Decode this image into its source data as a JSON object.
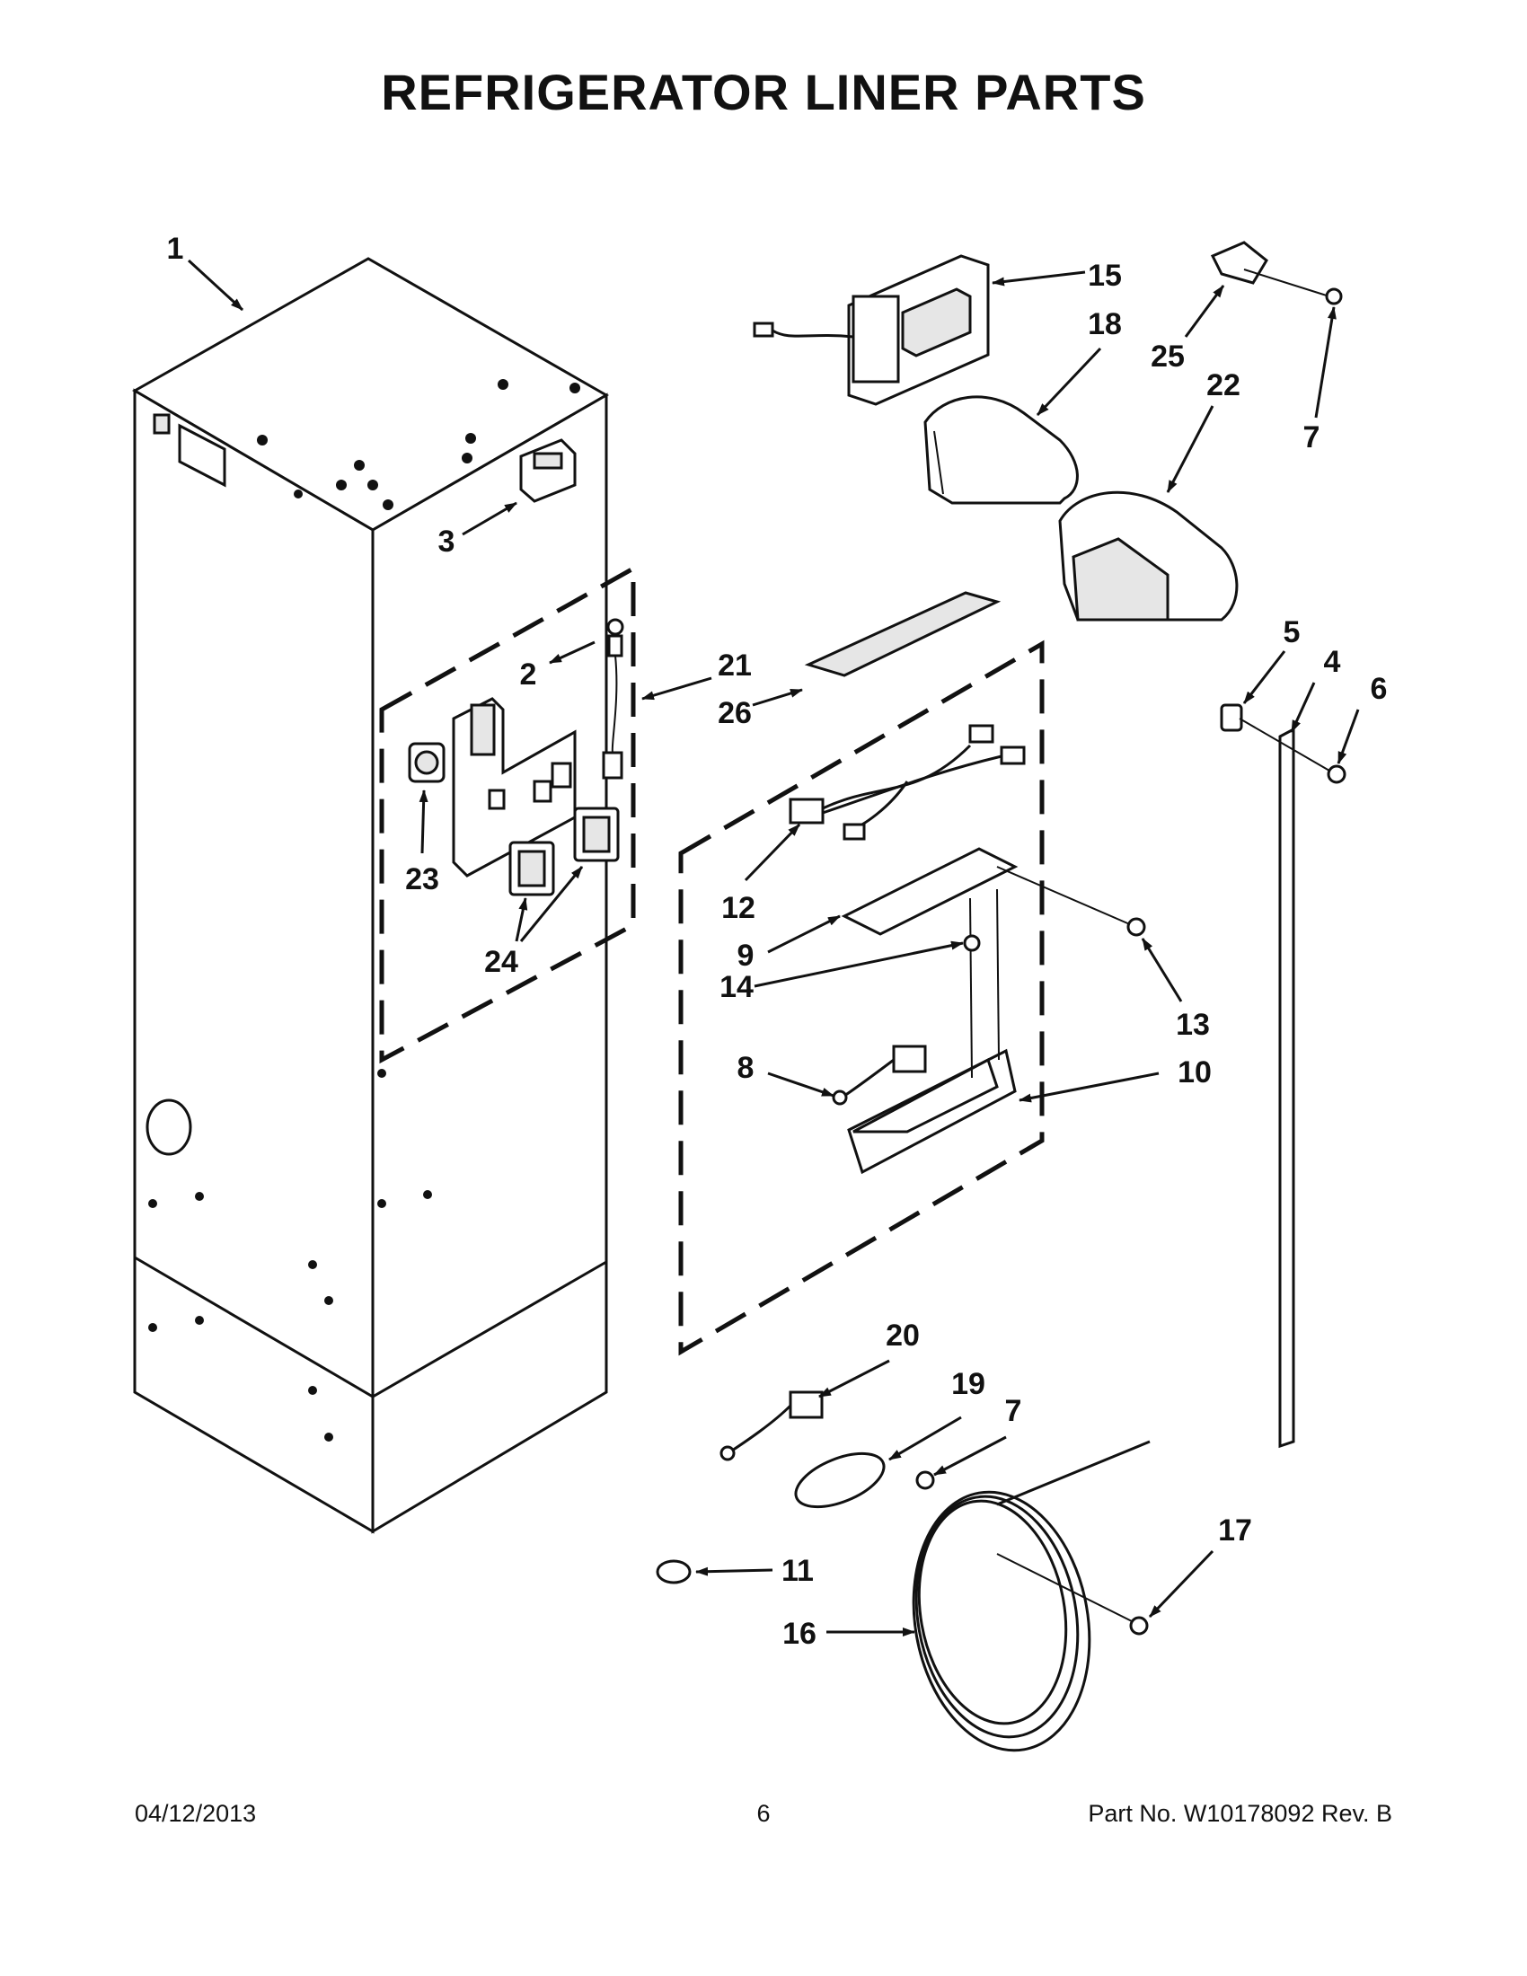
{
  "title": "REFRIGERATOR LINER PARTS",
  "callouts": [
    {
      "id": "1",
      "label": "1"
    },
    {
      "id": "2",
      "label": "2"
    },
    {
      "id": "3",
      "label": "3"
    },
    {
      "id": "4",
      "label": "4"
    },
    {
      "id": "5",
      "label": "5"
    },
    {
      "id": "6",
      "label": "6"
    },
    {
      "id": "7a",
      "label": "7"
    },
    {
      "id": "7b",
      "label": "7"
    },
    {
      "id": "8",
      "label": "8"
    },
    {
      "id": "9",
      "label": "9"
    },
    {
      "id": "10",
      "label": "10"
    },
    {
      "id": "11",
      "label": "11"
    },
    {
      "id": "12",
      "label": "12"
    },
    {
      "id": "13",
      "label": "13"
    },
    {
      "id": "14",
      "label": "14"
    },
    {
      "id": "15",
      "label": "15"
    },
    {
      "id": "16",
      "label": "16"
    },
    {
      "id": "17",
      "label": "17"
    },
    {
      "id": "18",
      "label": "18"
    },
    {
      "id": "19",
      "label": "19"
    },
    {
      "id": "20",
      "label": "20"
    },
    {
      "id": "21",
      "label": "21"
    },
    {
      "id": "22",
      "label": "22"
    },
    {
      "id": "23",
      "label": "23"
    },
    {
      "id": "24",
      "label": "24"
    },
    {
      "id": "25",
      "label": "25"
    },
    {
      "id": "26",
      "label": "26"
    }
  ],
  "footer": {
    "date": "04/12/2013",
    "page": "6",
    "part_no": "Part No.  W10178092  Rev.  B"
  }
}
